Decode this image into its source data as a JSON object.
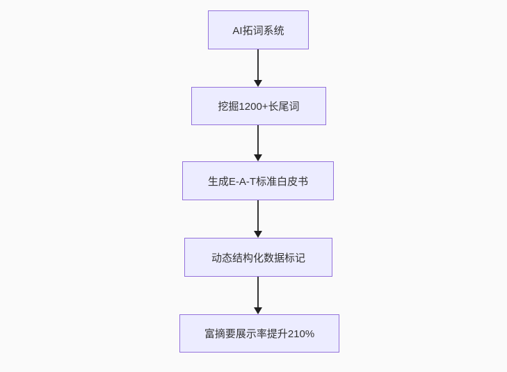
{
  "diagram": {
    "type": "flowchart",
    "direction": "top-down",
    "nodes": [
      {
        "id": "n1",
        "label": "AI拓词系统"
      },
      {
        "id": "n2",
        "label": "挖掘1200+长尾词"
      },
      {
        "id": "n3",
        "label": "生成E-A-T标准白皮书"
      },
      {
        "id": "n4",
        "label": "动态结构化数据标记"
      },
      {
        "id": "n5",
        "label": "富摘要展示率提升210%"
      }
    ],
    "edges": [
      {
        "from": "n1",
        "to": "n2"
      },
      {
        "from": "n2",
        "to": "n3"
      },
      {
        "from": "n3",
        "to": "n4"
      },
      {
        "from": "n4",
        "to": "n5"
      }
    ],
    "colors": {
      "node_fill": "#ECECFF",
      "node_border": "#9370DB",
      "edge_line": "#333333",
      "arrowhead": "#1F1F1F",
      "text": "#333333",
      "background": "#FAFAFA"
    }
  }
}
